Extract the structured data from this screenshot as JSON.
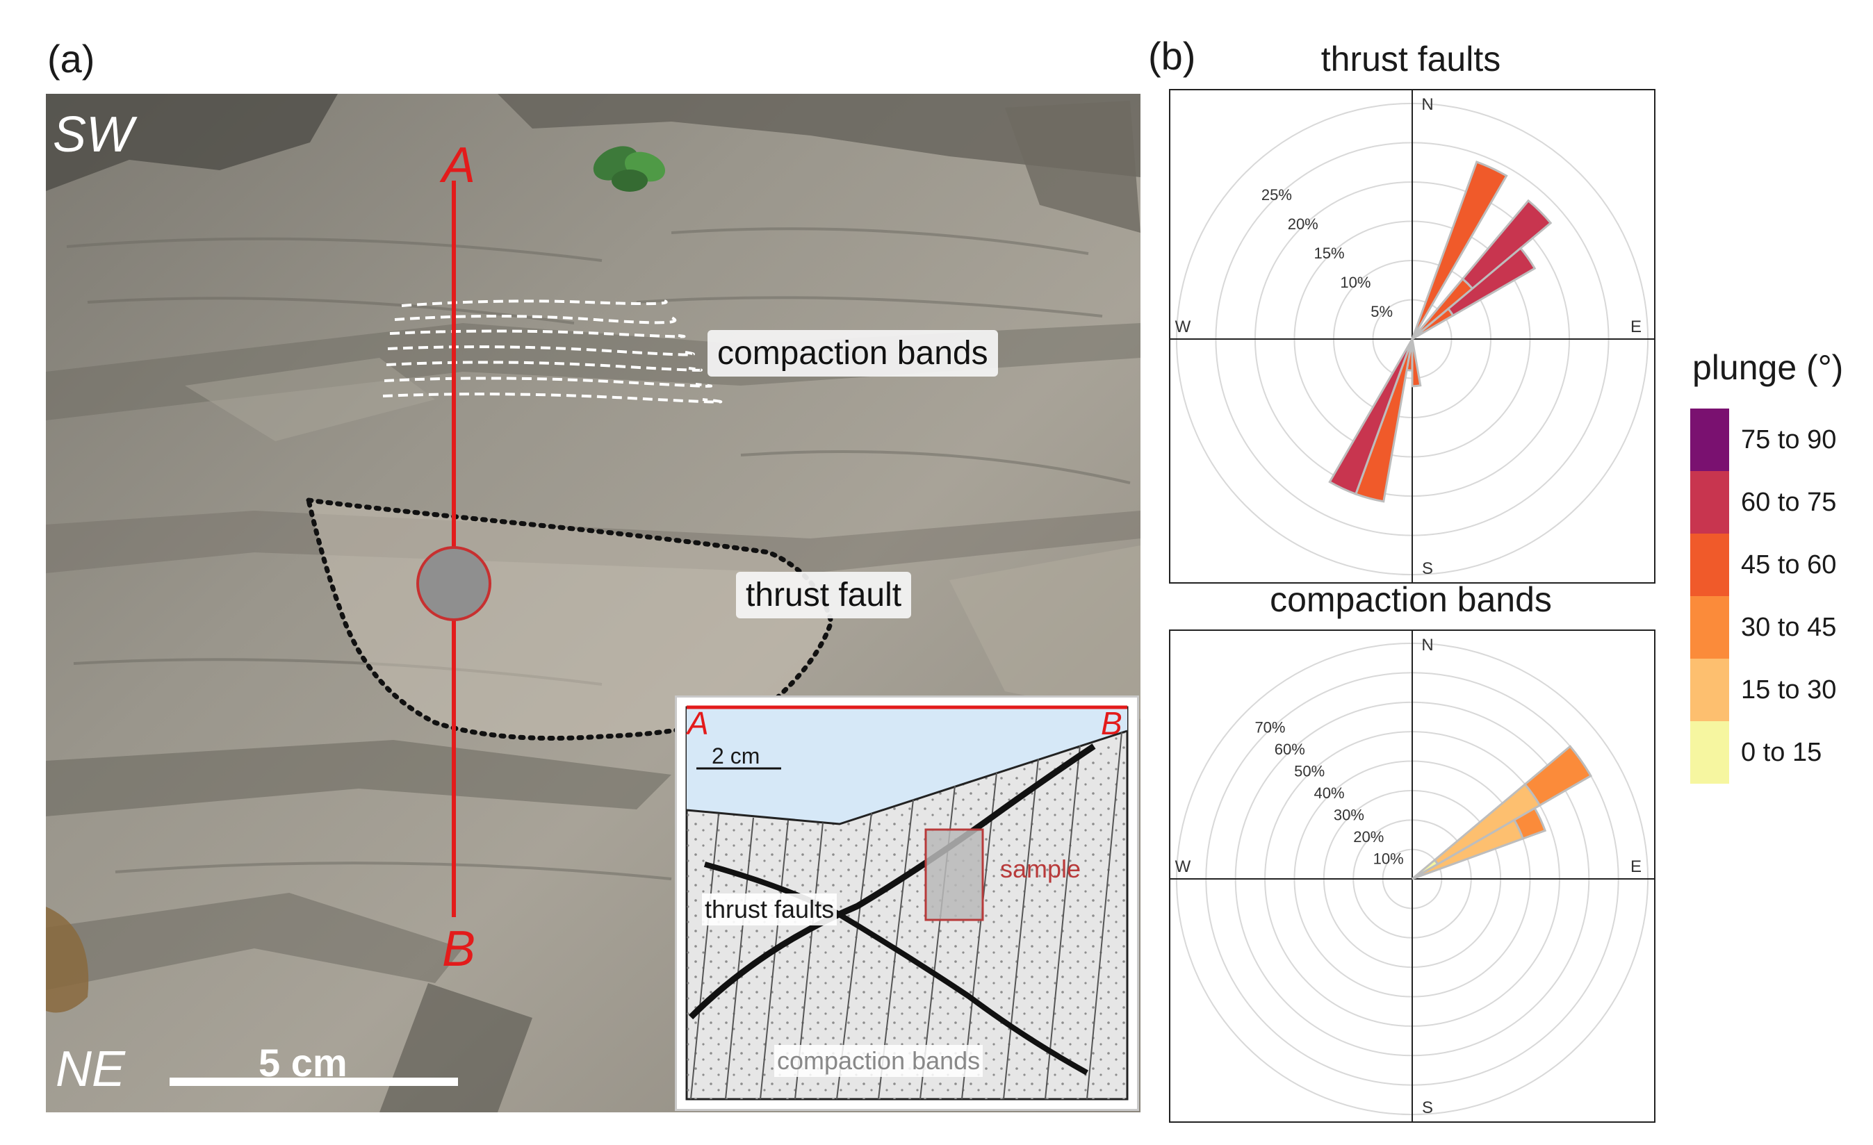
{
  "panel_a": {
    "label": "(a)",
    "corner_top_left": "SW",
    "corner_bottom_left": "NE",
    "section_start": "A",
    "section_end": "B",
    "compaction_label": "compaction bands",
    "thrust_label": "thrust fault",
    "scale_bar": "5 cm",
    "inset": {
      "start": "A",
      "end": "B",
      "scale": "2 cm",
      "sample": "sample",
      "thrust": "thrust faults",
      "compaction": "compaction bands"
    }
  },
  "panel_b": {
    "label": "(b)",
    "legend_title": "plunge (°)",
    "legend": [
      {
        "label": "75 to 90",
        "color": "#7a1170"
      },
      {
        "label": "60 to 75",
        "color": "#c8354f"
      },
      {
        "label": "45 to 60",
        "color": "#f05a2a"
      },
      {
        "label": "30 to 45",
        "color": "#fb8b3a"
      },
      {
        "label": "15 to 30",
        "color": "#fdbf6f"
      },
      {
        "label": "0 to 15",
        "color": "#f6f6a0"
      }
    ]
  },
  "chart_data": [
    {
      "type": "rose",
      "title": "thrust faults",
      "directions": [
        "N",
        "E",
        "S",
        "W"
      ],
      "radial_ticks": [
        "5%",
        "10%",
        "15%",
        "20%",
        "25%"
      ],
      "rmax": 25,
      "wedges": [
        {
          "start": 20,
          "end": 30,
          "stack": [
            {
              "class": "45 to 60",
              "value": 24
            }
          ]
        },
        {
          "start": 40,
          "end": 50,
          "stack": [
            {
              "class": "45 to 60",
              "value": 10
            },
            {
              "class": "60 to 75",
              "value": 13
            }
          ]
        },
        {
          "start": 50,
          "end": 60,
          "stack": [
            {
              "class": "45 to 60",
              "value": 6
            },
            {
              "class": "60 to 75",
              "value": 12
            }
          ]
        },
        {
          "start": 170,
          "end": 180,
          "stack": [
            {
              "class": "45 to 60",
              "value": 6
            }
          ]
        },
        {
          "start": 180,
          "end": 190,
          "stack": [
            {
              "class": "45 to 60",
              "value": 4
            }
          ]
        },
        {
          "start": 190,
          "end": 200,
          "stack": [
            {
              "class": "45 to 60",
              "value": 21
            }
          ]
        },
        {
          "start": 200,
          "end": 210,
          "stack": [
            {
              "class": "60 to 75",
              "value": 21
            }
          ]
        }
      ]
    },
    {
      "type": "rose",
      "title": "compaction bands",
      "directions": [
        "N",
        "E",
        "S",
        "W"
      ],
      "radial_ticks": [
        "10%",
        "20%",
        "30%",
        "40%",
        "50%",
        "60%",
        "70%"
      ],
      "rmax": 70,
      "wedges": [
        {
          "start": 50,
          "end": 60,
          "stack": [
            {
              "class": "0 to 15",
              "value": 10
            },
            {
              "class": "15 to 30",
              "value": 40
            },
            {
              "class": "30 to 45",
              "value": 20
            }
          ]
        },
        {
          "start": 60,
          "end": 70,
          "stack": [
            {
              "class": "15 to 30",
              "value": 40
            },
            {
              "class": "30 to 45",
              "value": 8
            }
          ]
        }
      ]
    }
  ]
}
